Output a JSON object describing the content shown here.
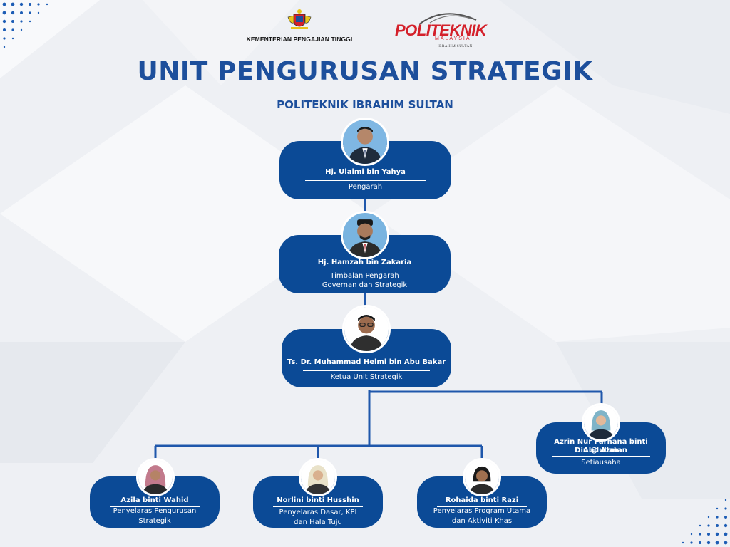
{
  "header": {
    "ministry_label": "KEMENTERIAN PENGAJIAN TINGGI",
    "poli_word": "POLITEKNIK",
    "poli_country": "MALAYSIA",
    "poli_campus": "IBRAHIM SULTAN",
    "title": "UNIT PENGURUSAN STRATEGIK",
    "subtitle": "POLITEKNIK IBRAHIM SULTAN"
  },
  "colors": {
    "accent": "#0b4a96",
    "title": "#1d4f9c",
    "brand_red": "#d4202a"
  },
  "org": {
    "director": {
      "name": "Hj. Ulaimi bin Yahya",
      "role": "Pengarah"
    },
    "deputy": {
      "name": "Hj. Hamzah bin Zakaria",
      "role_1": "Timbalan Pengarah",
      "role_2": "Governan dan Strategik"
    },
    "head": {
      "name": "Ts. Dr. Muhammad Helmi bin Abu Bakar",
      "role": "Ketua Unit Strategik"
    },
    "secretary": {
      "name_1": "Azrin Nur Farhana binti Abdullah",
      "name_2": "Din @ Azman",
      "role": "Setiausaha"
    },
    "coord_1": {
      "name": "Azila binti Wahid",
      "role_1": "Penyelaras Pengurusan",
      "role_2": "Strategik"
    },
    "coord_2": {
      "name": "Norlini binti Husshin",
      "role_1": "Penyelaras Dasar, KPI",
      "role_2": "dan Hala Tuju"
    },
    "coord_3": {
      "name": "Rohaida binti Razi",
      "role_1": "Penyelaras Program Utama",
      "role_2": "dan Aktiviti Khas"
    }
  }
}
